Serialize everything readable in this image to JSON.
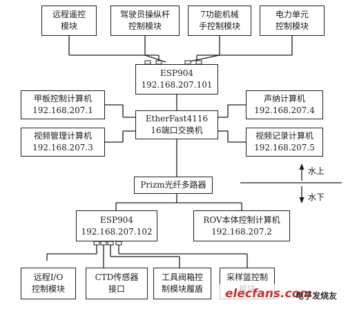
{
  "top_modules": [
    {
      "line1": "远程遥控",
      "line2": "模块"
    },
    {
      "line1": "驾驶员操纵杆",
      "line2": "控制模块"
    },
    {
      "line1": "7功能机械",
      "line2": "手控制模块"
    },
    {
      "line1": "电力单元",
      "line2": "控制模块"
    }
  ],
  "esp_top": {
    "line1": "ESP904",
    "line2": "192.168.207.101"
  },
  "switch": {
    "line1": "EtherFast4116",
    "line2": "16端口交换机"
  },
  "left_computers": [
    {
      "line1": "甲板控制计算机",
      "line2": "192.168.207.1"
    },
    {
      "line1": "视频管理计算机",
      "line2": "192.168.207.3"
    }
  ],
  "right_computers": [
    {
      "line1": "声纳计算机",
      "line2": "192.168.207.4"
    },
    {
      "line1": "视频记录计算机",
      "line2": "192.168.207.5"
    }
  ],
  "mux": {
    "label": "Prizm光纤多路器"
  },
  "water": {
    "above": "水上",
    "below": "水下"
  },
  "esp_bottom": {
    "line1": "ESP904",
    "line2": "192.168.207.102"
  },
  "rov": {
    "line1": "ROV本体控制计算机",
    "line2": "192.168.207.2"
  },
  "bottom_modules": [
    {
      "line1": "远程I/O",
      "line2": "控制模块"
    },
    {
      "line1": "CTD传感器",
      "line2": "接口"
    },
    {
      "line1": "工具阀箱控",
      "line2": "制模块履盾"
    },
    {
      "line1": "采样篮控制",
      "line2": "模块"
    }
  ],
  "watermark": {
    "brand": "elecfans.com",
    "cn": "电子发烧友"
  }
}
